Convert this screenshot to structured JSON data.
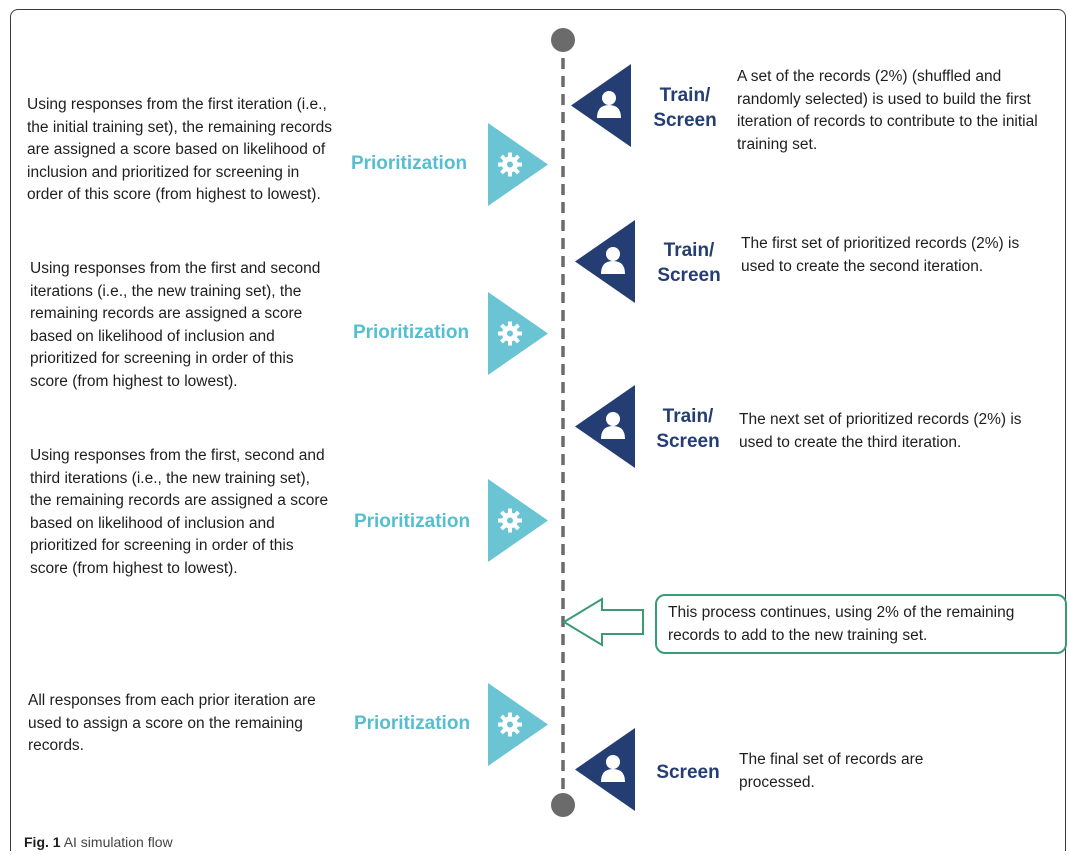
{
  "left_texts": [
    "Using responses from the first iteration (i.e., the initial training set), the remaining records are assigned a score based on likelihood of inclusion and prioritized for screening in order of this score (from highest to lowest).",
    "Using responses from the first and second iterations (i.e., the new training set), the remaining records are assigned a score based on likelihood of inclusion and prioritized for screening in order of this score (from highest to lowest).",
    "Using responses from the first, second and third iterations (i.e., the new training set), the remaining records are assigned a score based on likelihood of inclusion and prioritized for screening in order of this score (from highest to lowest).",
    "All responses from each prior iteration are used to assign a score on the remaining records."
  ],
  "prioritization_label": "Prioritization",
  "train_label_line1": "Train/",
  "train_label_line2": "Screen",
  "screen_label": "Screen",
  "right_texts": [
    "A set of the records (2%) (shuffled and randomly selected) is used to build the first iteration of records to contribute to the initial training set.",
    "The first set of prioritized records (2%) is used to create the second iteration.",
    "The next set of prioritized records (2%) is used to create the third iteration.",
    "The final set of records are processed."
  ],
  "note": "This process continues, using 2% of the remaining records to add to the new training set.",
  "caption": {
    "label": "Fig. 1",
    "text": "AI simulation flow"
  },
  "colors": {
    "prioritization": "#55bfd1",
    "train": "#243d72",
    "timeline": "#6b6b6b",
    "note_border": "#3a9b77"
  },
  "icons": {
    "prioritization": "gear-icon",
    "train": "person-icon",
    "note": "arrow-left-icon"
  }
}
